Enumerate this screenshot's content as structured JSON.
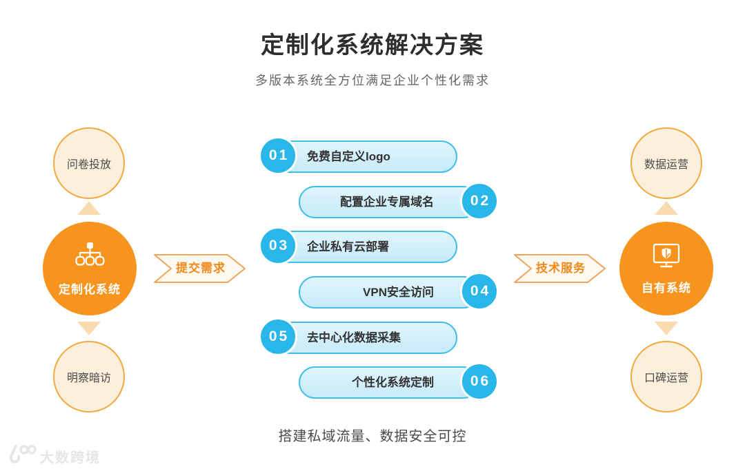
{
  "title": "定制化系统解决方案",
  "subtitle": "多版本系统全方位满足企业个性化需求",
  "footer_note": "搭建私域流量、数据安全可控",
  "left_flow": {
    "top_bubble": "问卷投放",
    "center_label": "定制化系统",
    "center_icon": "sitemap-icon",
    "bottom_bubble": "明察暗访",
    "arrow_label": "提交需求"
  },
  "right_flow": {
    "top_bubble": "数据运营",
    "center_label": "自有系统",
    "center_icon": "monitor-shield-icon",
    "bottom_bubble": "口碑运营",
    "arrow_label": "技术服务"
  },
  "features": [
    {
      "num": "01",
      "label": "免费自定义logo"
    },
    {
      "num": "02",
      "label": "配置企业专属域名"
    },
    {
      "num": "03",
      "label": "企业私有云部署"
    },
    {
      "num": "04",
      "label": "VPN安全访问"
    },
    {
      "num": "05",
      "label": "去中心化数据采集"
    },
    {
      "num": "06",
      "label": "个性化系统定制"
    }
  ],
  "watermark": {
    "brand": "大数跨境",
    "logo": "100-logo"
  },
  "colors": {
    "orange": "#F7941E",
    "orange_light_fill": "#FCF0DC",
    "orange_border": "#F2A83E",
    "triangle_orange": "#F8DCB0",
    "blue_badge": "#29B6E8",
    "pill_fill": "#CDEEFA",
    "pill_border": "#3EBEE8",
    "ribbon_fill": "#FEF9F0",
    "ribbon_border": "#F2A35B",
    "ribbon_text": "#F28A1B",
    "title_text": "#2d2d2d",
    "subtitle_text": "#666666"
  }
}
